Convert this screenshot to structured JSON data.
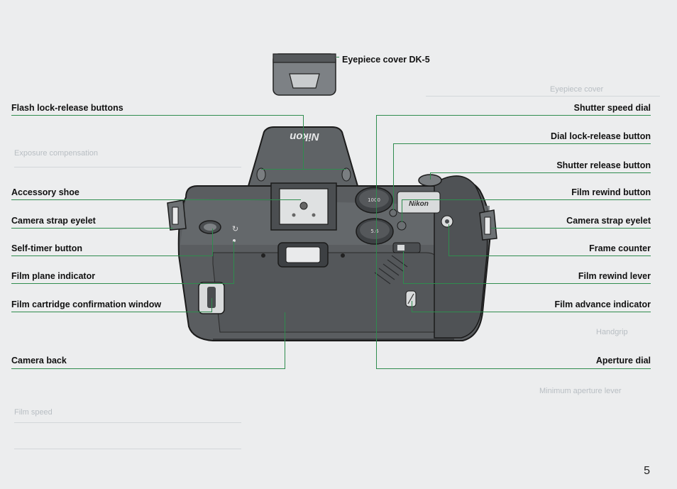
{
  "labels": {
    "eyepiece_cover": "Eyepiece cover DK-5",
    "flash_lock_release": "Flash lock-release buttons",
    "accessory_shoe": "Accessory shoe",
    "camera_strap_eyelet_left": "Camera strap eyelet",
    "self_timer": "Self-timer button",
    "film_plane": "Film plane indicator",
    "film_cartridge_window": "Film cartridge confirmation window",
    "camera_back": "Camera back",
    "shutter_speed_dial": "Shutter speed dial",
    "dial_lock_release": "Dial lock-release button",
    "shutter_release": "Shutter release button",
    "film_rewind_button": "Film rewind button",
    "camera_strap_eyelet_right": "Camera strap eyelet",
    "frame_counter": "Frame counter",
    "film_rewind_lever": "Film rewind lever",
    "film_advance_indicator": "Film advance indicator",
    "aperture_dial": "Aperture dial"
  },
  "camera_brand": "Nikon",
  "page_number": "5",
  "colors": {
    "leader_line": "#2f8c4e",
    "background": "#ecedee",
    "camera_body": "#5a5d60"
  }
}
